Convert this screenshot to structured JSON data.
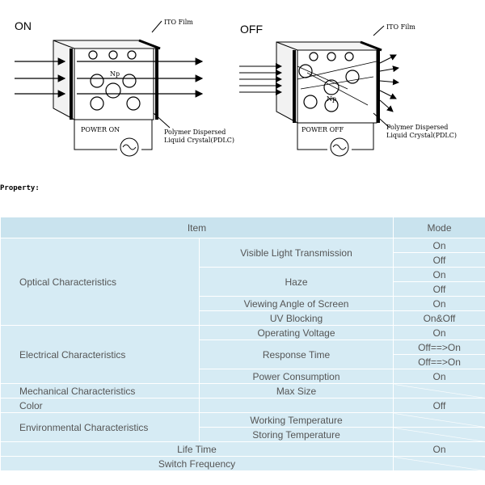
{
  "diagram": {
    "on_label": "ON",
    "off_label": "OFF",
    "ito_film": "ITO Film",
    "power_on": "POWER ON",
    "power_off": "POWER OFF",
    "pdlc_line1": "Polymer Dispersed",
    "pdlc_line2": "Liquid Crystal(PDLC)",
    "np": "Np"
  },
  "property_heading": "Property:",
  "table": {
    "header_item": "Item",
    "header_mode": "Mode",
    "categories": {
      "optical": "Optical Characteristics",
      "electrical": "Electrical Characteristics",
      "mechanical": "Mechanical Characteristics",
      "color": "Color",
      "environmental": "Environmental Characteristics",
      "life_time": "Life Time",
      "switch_frequency": "Switch Frequency"
    },
    "items": {
      "visible_light": "Visible Light Transmission",
      "haze": "Haze",
      "viewing_angle": "Viewing Angle of Screen",
      "uv_blocking": "UV Blocking",
      "operating_voltage": "Operating Voltage",
      "response_time": "Response Time",
      "power_consumption": "Power Consumption",
      "max_size": "Max Size",
      "working_temp": "Working Temperature",
      "storing_temp": "Storing Temperature"
    },
    "modes": {
      "vlt_on": "On",
      "vlt_off": "Off",
      "haze_on": "On",
      "haze_off": "Off",
      "viewing_on": "On",
      "uv": "On&Off",
      "voltage_on": "On",
      "resp_1": "Off==>On",
      "resp_2": "Off==>On",
      "power_on": "On",
      "color_off": "Off",
      "life_on": "On"
    }
  }
}
